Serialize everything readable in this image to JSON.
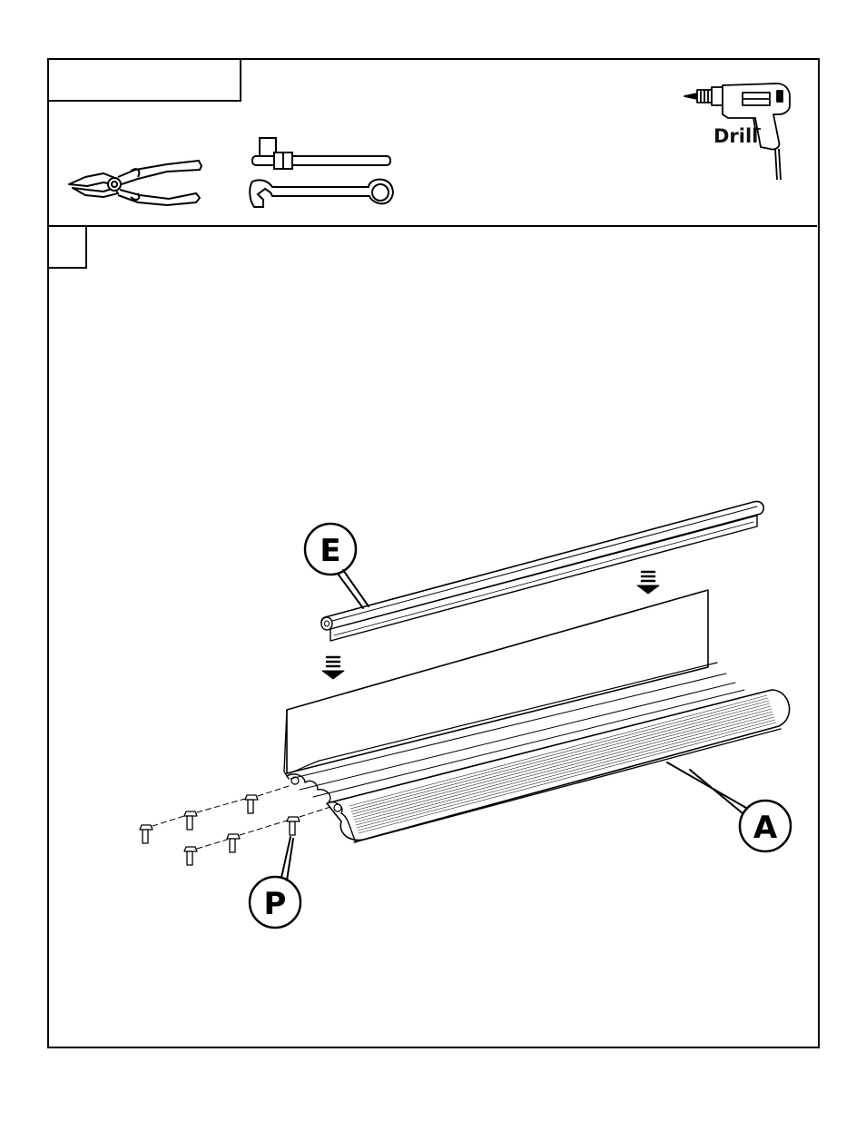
{
  "header": {
    "title_box_text": "",
    "step_number": ""
  },
  "tools": [
    {
      "name": "pliers",
      "icon": "pliers-icon"
    },
    {
      "name": "wrenches",
      "icon": "wrench-icon"
    },
    {
      "name": "drill",
      "icon": "drill-icon",
      "label": "Drill"
    }
  ],
  "callouts": {
    "E": "E",
    "A": "A",
    "P": "P"
  }
}
